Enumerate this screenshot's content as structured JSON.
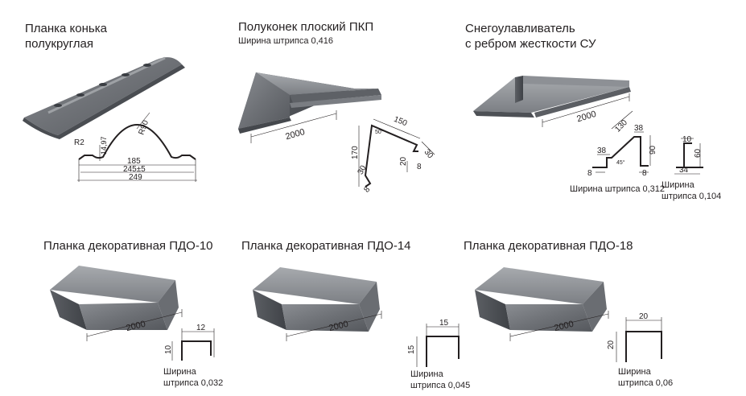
{
  "products": [
    {
      "title_line1": "Планка конька",
      "title_line2": "полукруглая",
      "dims": {
        "radius_small": "R2",
        "radius_large": "R90",
        "height": "14,97",
        "w_inner": "185",
        "w_mid": "245±5",
        "w_total": "249"
      }
    },
    {
      "title": "Полуконек плоский ПКП",
      "strip": "Ширина штрипса 0,416",
      "dims": {
        "length": "2000",
        "slope": "150",
        "angle": "50°",
        "height": "170",
        "d_right": "30",
        "d_a": "20",
        "d_b": "8",
        "d_c": "30",
        "d_d": "8"
      }
    },
    {
      "title_line1": "Снегоулавливатель",
      "title_line2": "с ребром жесткости СУ",
      "strip1": "Ширина штрипса 0,312",
      "strip2_line1": "Ширина",
      "strip2_line2": "штрипса 0,104",
      "dims": {
        "length": "2000",
        "d130": "130",
        "d38a": "38",
        "d38b": "38",
        "d90": "90",
        "d8a": "8",
        "d8b": "8",
        "angle": "45°",
        "d10": "10",
        "d60": "60",
        "d34": "34"
      }
    },
    {
      "title": "Планка декоративная ПДО-10",
      "length": "2000",
      "width": "12",
      "height": "10",
      "strip_line1": "Ширина",
      "strip_line2": "штрипса 0,032"
    },
    {
      "title": "Планка декоративная ПДО-14",
      "length": "2000",
      "width": "15",
      "height": "15",
      "strip_line1": "Ширина",
      "strip_line2": "штрипса 0,045"
    },
    {
      "title": "Планка декоративная ПДО-18",
      "length": "2000",
      "width": "20",
      "height": "20",
      "strip_line1": "Ширина",
      "strip_line2": "штрипса 0,06"
    }
  ]
}
